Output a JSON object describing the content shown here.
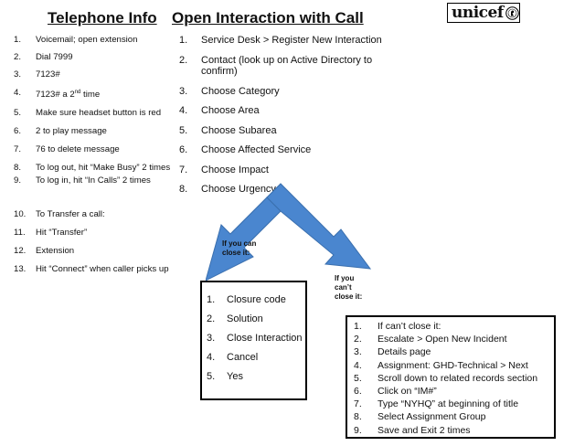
{
  "telephone": {
    "title": "Telephone Info",
    "items": [
      {
        "n": "1.",
        "text": "Voicemail; open extension"
      },
      {
        "n": "2.",
        "text": "Dial 7999"
      },
      {
        "n": "3.",
        "text": "7123#"
      },
      {
        "n": "4.",
        "text": "7123# a 2",
        "sup": "nd",
        "tail": " time"
      },
      {
        "n": "5.",
        "text": "Make sure headset button is red"
      },
      {
        "n": "6.",
        "text": "2 to play message"
      },
      {
        "n": "7.",
        "text": "76 to delete message"
      },
      {
        "n": "8.",
        "text": "To log out, hit “Make Busy” 2 times"
      },
      {
        "n": "9.",
        "text": "To log in, hit “In Calls” 2 times"
      },
      {
        "n": "10.",
        "text": "To Transfer a call:"
      },
      {
        "n": "11.",
        "text": "Hit “Transfer”"
      },
      {
        "n": "12.",
        "text": "Extension"
      },
      {
        "n": "13.",
        "text": "Hit “Connect” when caller picks up"
      }
    ]
  },
  "open_interaction": {
    "title": "Open Interaction with Call",
    "items": [
      {
        "n": "1.",
        "text": "Service Desk > Register New Interaction"
      },
      {
        "n": "2.",
        "text": "Contact (look up on Active Directory to confirm)"
      },
      {
        "n": "3.",
        "text": "Choose Category"
      },
      {
        "n": "4.",
        "text": "Choose Area"
      },
      {
        "n": "5.",
        "text": "Choose Subarea"
      },
      {
        "n": "6.",
        "text": "Choose Affected Service"
      },
      {
        "n": "7.",
        "text": "Choose Impact"
      },
      {
        "n": "8.",
        "text": "Choose Urgency"
      }
    ]
  },
  "logo": {
    "text": "unicef"
  },
  "arrows": {
    "left_label": "If you can close it:",
    "right_label": "If you can’t close it:",
    "color": "#4a86cf"
  },
  "close_box": {
    "items": [
      {
        "n": "1.",
        "text": "Closure code"
      },
      {
        "n": "2.",
        "text": "Solution"
      },
      {
        "n": "3.",
        "text": "Close Interaction"
      },
      {
        "n": "4.",
        "text": "Cancel"
      },
      {
        "n": "5.",
        "text": "Yes"
      }
    ]
  },
  "cant_close_box": {
    "items": [
      {
        "n": "1.",
        "text": "If can’t close it:"
      },
      {
        "n": "2.",
        "text": "Escalate > Open New Incident"
      },
      {
        "n": "3.",
        "text": "Details page"
      },
      {
        "n": "4.",
        "text": "Assignment: GHD-Technical > Next"
      },
      {
        "n": "5.",
        "text": "Scroll down to related records section"
      },
      {
        "n": "6.",
        "text": "Click on “IM#”"
      },
      {
        "n": "7.",
        "text": "Type “NYHQ” at beginning of title"
      },
      {
        "n": "8.",
        "text": "Select Assignment Group"
      },
      {
        "n": "9.",
        "text": "Save and Exit 2 times"
      }
    ]
  }
}
